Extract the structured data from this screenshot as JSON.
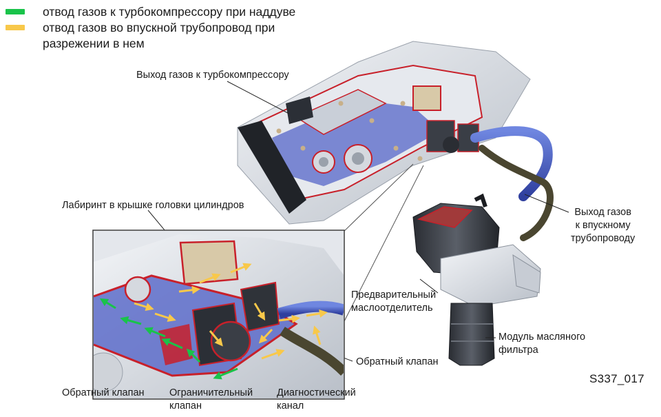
{
  "legend": [
    {
      "text": "отвод газов к турбокомпрессору при наддуве",
      "color": "#19c34a"
    },
    {
      "text": "отвод газов во впускной трубопровод при разрежении в нем",
      "color": "#f8c84a"
    }
  ],
  "labels": {
    "turbo_outlet": "Выход газов к турбокомпрессору",
    "labyrinth": "Лабиринт в крышке головки цилиндров",
    "intake_outlet_1": "Выход газов",
    "intake_outlet_2": "к впускному",
    "intake_outlet_3": "трубопроводу",
    "pre_separator_1": "Предварительный",
    "pre_separator_2": "маслоотделитель",
    "oil_filter_1": "Модуль масляного",
    "oil_filter_2": "фильтра",
    "check_valve_right": "Обратный клапан",
    "check_valve_left": "Обратный клапан",
    "limit_valve_1": "Ограничительный",
    "limit_valve_2": "клапан",
    "diag_channel_1": "Диагностический",
    "diag_channel_2": "канал"
  },
  "figure_code": "S337_017",
  "colors": {
    "boost_flow": "#19c34a",
    "vacuum_flow": "#f8c84a",
    "gas_channel": "#3b4cc0",
    "section_edge": "#c8202a",
    "engine_metal": "#d9dde3"
  }
}
